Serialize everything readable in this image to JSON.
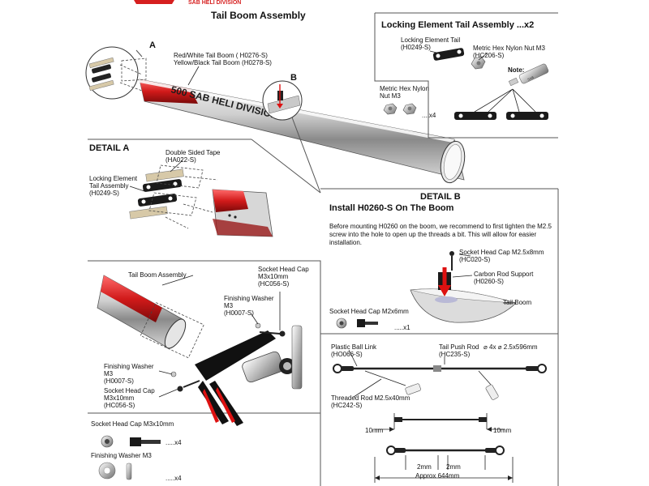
{
  "brand_logo_text": "SAB HELI DIVISION",
  "header": {
    "title": "Tail Boom Assembly"
  },
  "main_view": {
    "callout_a": "A",
    "callout_b": "B",
    "boom_label_1": "Red/White Tail Boom ( H0276-S)",
    "boom_label_2": "Yellow/Black Tail Boom (H0278-S)",
    "boom_print": "500 SAB HELI DIVISION"
  },
  "locking_panel": {
    "title": "Locking Element Tail Assembly ...x2",
    "tail_label_1": "Locking Element Tail",
    "tail_label_2": "(H0249-S)",
    "nut_label_1": "Metric Hex Nylon Nut M3",
    "nut_label_2": "(HC206-S)",
    "note_label": "Note:",
    "hex_label_1": "Metric Hex Nylon",
    "hex_label_2": "Nut M3",
    "hex_qty": "....x4"
  },
  "detail_a": {
    "title": "DETAIL A",
    "tape_label_1": "Double Sided Tape",
    "tape_label_2": "(HA022-S)",
    "lock_label_1": "Locking Element",
    "lock_label_2": "Tail Assembly",
    "lock_label_3": "(H0249-S)"
  },
  "detail_b": {
    "title": "DETAIL B",
    "subtitle": "Install H0260-S On The Boom",
    "paragraph": "Before mounting H0260 on the boom, we recommend to first tighten the M2.5 screw into the hole to open up the threads a bit. This will allow for easier installation.",
    "screw_label_1": "Socket Head Cap M2.5x8mm",
    "screw_label_2": "(HC020-S)",
    "support_label_1": "Carbon Rod Support",
    "support_label_2": "(H0260-S)",
    "boom_label": "Tail Boom",
    "cap_label": "Socket Head Cap M2x6mm",
    "cap_qty": ".....x1"
  },
  "pushrod": {
    "ball_label_1": "Plastic Ball Link",
    "ball_label_2": "(HO066-S)",
    "rod_label_1": "Tail Push Rod",
    "rod_label_spec": "⌀ 4x ⌀ 2.5x596mm",
    "rod_label_2": "(HC235-S)",
    "thread_label_1": "Threaded Rod M2.5x40mm",
    "thread_label_2": "(HC242-S)",
    "dim_left": "10mm",
    "dim_right": "10mm",
    "gap_left": "2mm",
    "gap_right": "2mm",
    "overall": "Approx 644mm"
  },
  "assembly": {
    "boom_label": "Tail Boom Assembly",
    "screw_top_1": "Socket Head Cap",
    "screw_top_2": "M3x10mm",
    "screw_top_3": "(HC056-S)",
    "washer_top_1": "Finishing Washer",
    "washer_top_2": "M3",
    "washer_top_3": "(H0007-S)",
    "washer_bot_1": "Finishing Washer",
    "washer_bot_2": "M3",
    "washer_bot_3": "(H0007-S)",
    "screw_bot_1": "Socket Head Cap",
    "screw_bot_2": "M3x10mm",
    "screw_bot_3": "(HC056-S)"
  },
  "parts_legend": {
    "cap_label": "Socket Head Cap M3x10mm",
    "cap_qty": ".....x4",
    "washer_label": "Finishing Washer M3",
    "washer_qty": ".....x4"
  }
}
